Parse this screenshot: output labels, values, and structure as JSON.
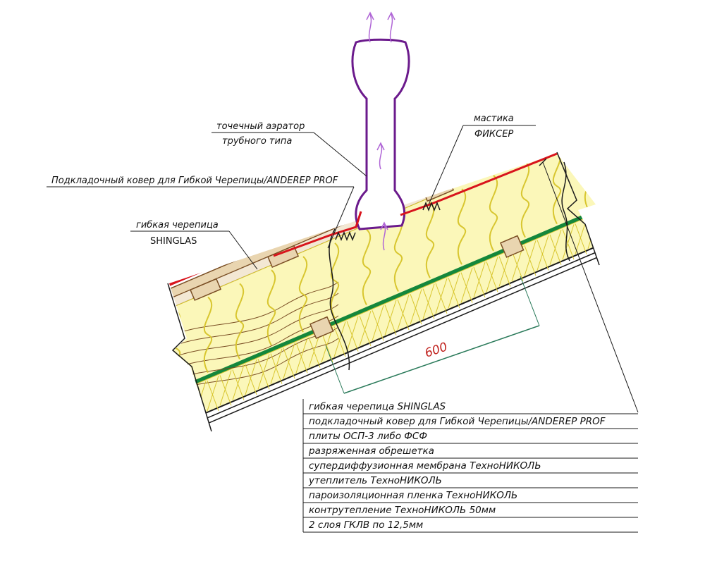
{
  "callouts": {
    "aerator_line1": "точечный аэратор",
    "aerator_line2": "трубного типа",
    "mastic_line1": "мастика",
    "mastic_line2": "ФИКСЕР",
    "underlay": "Подкладочный ковер для Гибкой Черепицы/ANDEREP PROF",
    "shingle_line1": "гибкая черепица",
    "shingle_line2": "SHINGLAS"
  },
  "dimension": {
    "spacing": "600"
  },
  "legend": [
    "гибкая черепица SHINGLAS",
    "подкладочный ковер для Гибкой Черепицы/ANDEREP PROF",
    "плиты ОСП-3 либо ФСФ",
    "разряженная обрешетка",
    "супердиффузионная мембрана ТехноНИКОЛЬ",
    "утеплитель ТехноНИКОЛЬ",
    "пароизоляционная пленка ТехноНИКОЛЬ",
    "контрутепление  ТехноНИКОЛЬ 50мм",
    "2 слоя ГКЛВ по 12,5мм"
  ],
  "colors": {
    "shingle": "#d8141c",
    "membrane": "#14873c",
    "insulation_fill": "#fbf7b9",
    "insulation_line": "#d8c630",
    "wood": "#7a4e24",
    "wood_fill": "#e9d5b0",
    "aerator": "#6b1a8c",
    "arrows": "#b066d6",
    "dimension_text": "#c0211d",
    "dimension_line": "#2a7a5a",
    "ink": "#1a1a1a"
  }
}
